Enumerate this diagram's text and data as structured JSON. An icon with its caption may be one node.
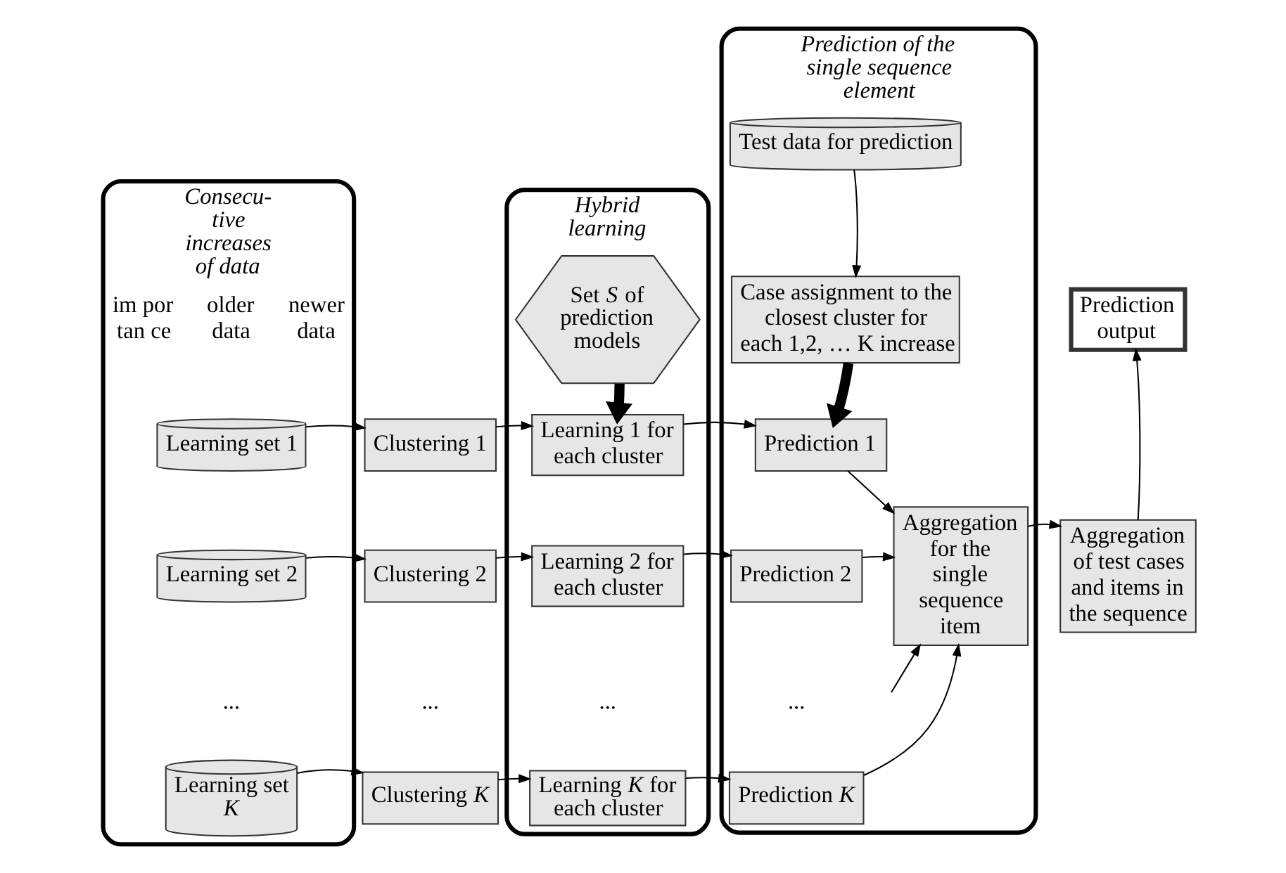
{
  "diagram": {
    "nodes": [
      {
        "text": [
          "Consecu- tive increases of data"
        ]
      },
      {
        "text": [
          "Learning set 1"
        ],
        "in": 0
      },
      {
        "text": [
          "Learning set 2"
        ],
        "in": 0
      },
      {
        "text": [
          "Learning set *K*"
        ],
        "in": 0
      },
      {
        "text": [
          "Clustering 1"
        ]
      },
      {
        "text": [
          "Clustering 2"
        ]
      },
      {
        "text": [
          "Clustering *K*"
        ]
      },
      {
        "text": [
          "Hybrid learning"
        ]
      },
      {
        "text": [
          "Set *S* of prediction models"
        ],
        "in": 7
      },
      {
        "text": [
          "Learning 1 for each cluster"
        ],
        "in": 7
      },
      {
        "text": [
          "Learning 2 for each cluster"
        ],
        "in": 7
      },
      {
        "text": [
          "Learning *K* for each cluster"
        ],
        "in": 7
      },
      {
        "text": [
          "Prediction of the single sequence element"
        ]
      },
      {
        "text": [
          "Test data for prediction"
        ],
        "in": 12
      },
      {
        "text": [
          "Case assignment to the closest cluster for each 1,2, … K increase"
        ],
        "in": 12
      },
      {
        "text": [
          "Prediction 1"
        ],
        "in": 12
      },
      {
        "text": [
          "Prediction 2"
        ],
        "in": 12
      },
      {
        "text": [
          "Prediction *K*"
        ],
        "in": 12
      },
      {
        "text": [
          "Aggregation for the single sequence item"
        ],
        "in": 12
      },
      {
        "text": [
          "Aggregation of test cases and items in the sequence"
        ]
      },
      {
        "text": [
          "Prediction output"
        ]
      }
    ],
    "edges": [
      {
        "from": 1,
        "to": 4,
        "arrow": "to"
      },
      {
        "from": 2,
        "to": 5,
        "arrow": "to"
      },
      {
        "from": 3,
        "to": 6,
        "arrow": "to"
      },
      {
        "from": 4,
        "to": 9,
        "arrow": "to"
      },
      {
        "from": 5,
        "to": 10,
        "arrow": "to"
      },
      {
        "from": 6,
        "to": 11,
        "arrow": "to"
      },
      {
        "from": 8,
        "to": 9,
        "arrow": "to",
        "style": "thick"
      },
      {
        "from": 9,
        "to": 15,
        "arrow": "to"
      },
      {
        "from": 10,
        "to": 16,
        "arrow": "to"
      },
      {
        "from": 11,
        "to": 17,
        "arrow": "to"
      },
      {
        "from": 13,
        "to": 14,
        "arrow": "to"
      },
      {
        "from": 14,
        "to": 15,
        "arrow": "to",
        "style": "thick"
      },
      {
        "from": 15,
        "to": 18,
        "arrow": "to"
      },
      {
        "from": 16,
        "to": 18,
        "arrow": "to"
      },
      {
        "from": null,
        "to": 18,
        "arrow": "to"
      },
      {
        "from": 17,
        "to": 18,
        "arrow": "to"
      },
      {
        "from": 18,
        "to": 19,
        "arrow": "to"
      },
      {
        "from": 19,
        "to": 20,
        "arrow": "to"
      }
    ],
    "labels": [
      "im por tan ce",
      "older data",
      "newer data",
      "...",
      "...",
      "...",
      "..."
    ]
  }
}
